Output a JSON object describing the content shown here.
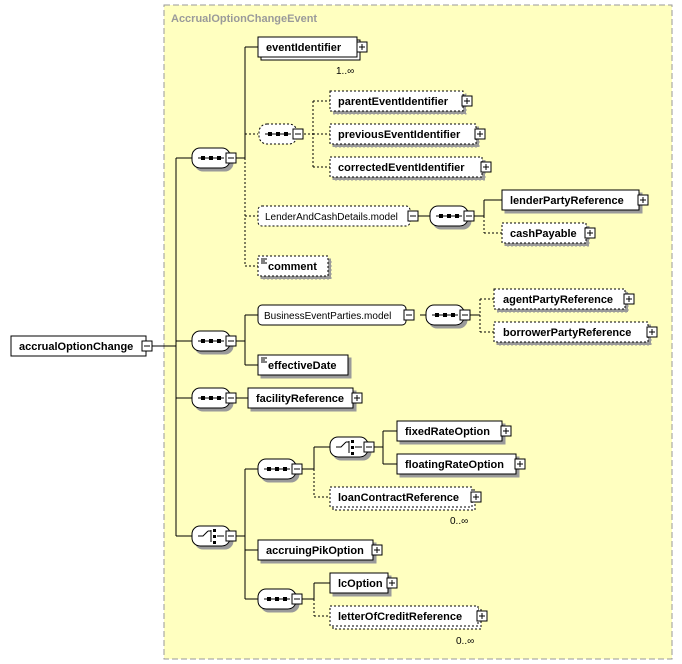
{
  "diagram": {
    "group_title": "AccrualOptionChangeEvent",
    "root": "accrualOptionChange",
    "elements": {
      "event_identifier": "eventIdentifier",
      "parent_event_identifier": "parentEventIdentifier",
      "previous_event_identifier": "previousEventIdentifier",
      "corrected_event_identifier": "correctedEventIdentifier",
      "lender_and_cash_details_model": "LenderAndCashDetails.model",
      "lender_party_reference": "lenderPartyReference",
      "cash_payable": "cashPayable",
      "comment": "comment",
      "business_event_parties_model": "BusinessEventParties.model",
      "agent_party_reference": "agentPartyReference",
      "borrower_party_reference": "borrowerPartyReference",
      "effective_date": "effectiveDate",
      "facility_reference": "facilityReference",
      "fixed_rate_option": "fixedRateOption",
      "floating_rate_option": "floatingRateOption",
      "loan_contract_reference": "loanContractReference",
      "accruing_pik_option": "accruingPikOption",
      "lc_option": "lcOption",
      "letter_of_credit_reference": "letterOfCreditReference"
    },
    "cardinality": {
      "event_identifier": "1..∞",
      "loan_contract_reference": "0..∞",
      "letter_of_credit_reference": "0..∞"
    },
    "colors": {
      "group_background": "#ffffc0",
      "group_border": "#9a9a9a",
      "box_background": "#ffffff",
      "line": "#000000"
    },
    "icons": [
      "sequence-compositor-icon",
      "choice-compositor-icon",
      "expand-plus-icon",
      "collapse-minus-icon",
      "annotation-doc-icon"
    ]
  }
}
